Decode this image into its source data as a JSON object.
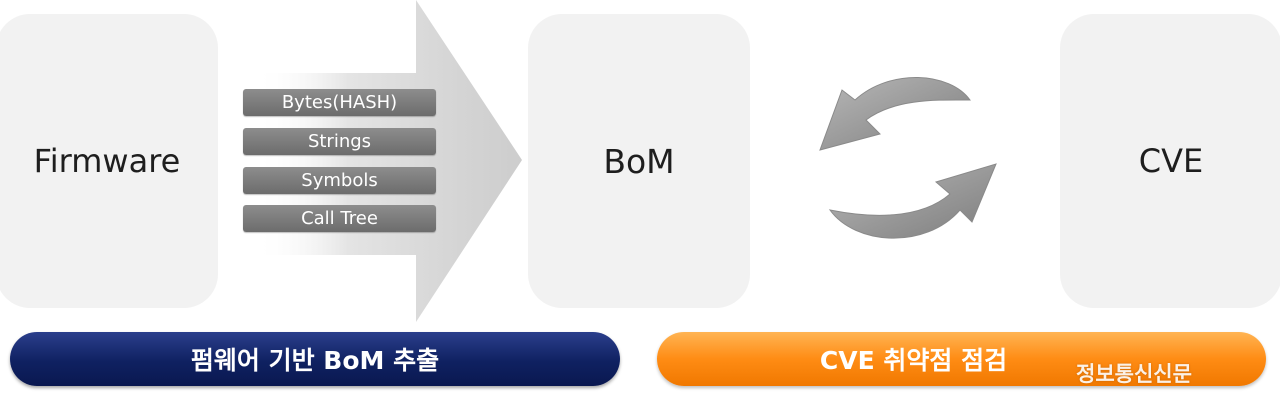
{
  "boxes": {
    "firmware": "Firmware",
    "bom": "BoM",
    "cve": "CVE"
  },
  "features": [
    "Bytes(HASH)",
    "Strings",
    "Symbols",
    "Call Tree"
  ],
  "bars": {
    "left_label": "펌웨어 기반 BoM 추출",
    "right_label": "CVE 취약점 점검"
  },
  "watermark": "정보통신신문",
  "colors": {
    "box_bg": "#f2f2f2",
    "pill_bg": "#7c7c7c",
    "left_bar": "#0f2161",
    "right_bar": "#ff8c14",
    "cycle_arrows": "#9a9a9a"
  },
  "icons": {
    "flow_arrow": "right-arrow-icon",
    "cycle": "cycle-arrows-icon"
  }
}
